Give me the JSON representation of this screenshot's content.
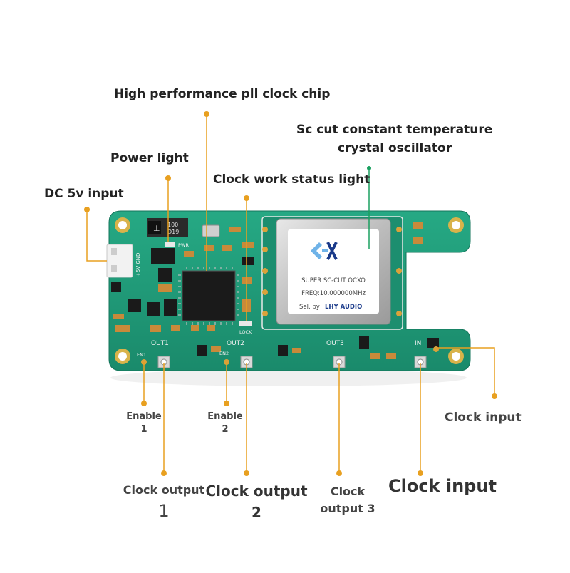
{
  "labels": {
    "pll_chip": "High performance pll clock chip",
    "ocxo_line1": "Sc cut constant temperature",
    "ocxo_line2": "crystal oscillator",
    "power_light": "Power light",
    "dc_input": "DC 5v input",
    "clock_status": "Clock work status light",
    "enable1_a": "Enable",
    "enable1_b": "1",
    "enable2_a": "Enable",
    "enable2_b": "2",
    "clock_input_right": "Clock input",
    "out1_a": "Clock output",
    "out1_b": "1",
    "out2_a": "Clock output",
    "out2_b": "2",
    "out3_a": "Clock",
    "out3_b": "output 3",
    "clock_input_bottom": "Clock input"
  },
  "board": {
    "out1": "OUT1",
    "out2": "OUT2",
    "out3": "OUT3",
    "in": "IN",
    "en1": "EN1",
    "en2": "EN2",
    "pwr": "PWR",
    "lock": "LOCK",
    "power_pins": "+5V GND",
    "inductor_top": "100",
    "inductor_bottom": "D19",
    "ocxo_model": "SUPER SC-CUT OCXO",
    "ocxo_freq": "FREQ:10.000000MHz",
    "ocxo_sel": "Sel. by",
    "ocxo_brand": "LHY AUDIO"
  },
  "colors": {
    "pcb_green": "#1e9a78",
    "callout_orange": "#e8a020",
    "callout_green": "#1aa060",
    "silk": "#f2f2f2"
  }
}
